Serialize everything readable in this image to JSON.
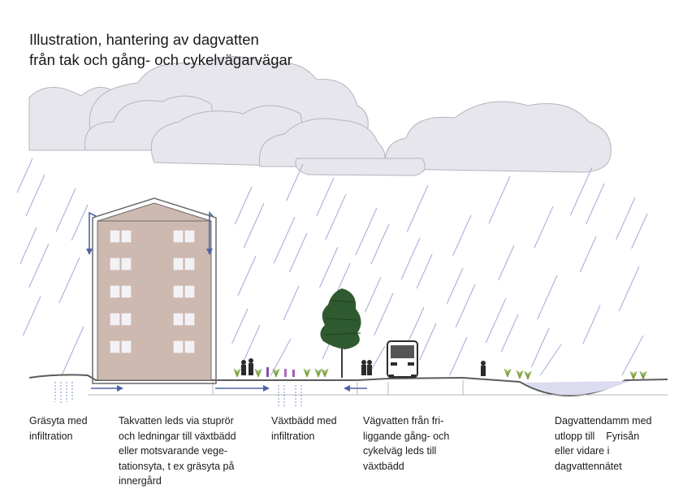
{
  "title": {
    "line1": "Illustration, hantering av dagvatten",
    "line2": "från tak och gång- och cykelvägarvägar"
  },
  "captions": [
    {
      "lines": [
        "Gräsyta med",
        "infiltration"
      ]
    },
    {
      "lines": [
        "Takvatten leds via stuprör",
        "och ledningar till växtbädd",
        "eller motsvarande vege-",
        "tationsyta, t ex gräsyta på",
        "innergård"
      ]
    },
    {
      "lines": [
        "Växtbädd med",
        "infiltration"
      ]
    },
    {
      "lines": [
        "Vägvatten från fri-",
        "liggande gång- och",
        "cykelväg leds till",
        "växtbädd"
      ]
    },
    {
      "lines": [
        "Dagvattendamm med",
        "utlopp till    Fyrisån",
        "eller vidare i",
        "dagvattennätet"
      ]
    }
  ],
  "colors": {
    "building": "#cdb9b0",
    "building_outline": "#6a6a6a",
    "window": "#f1f1f6",
    "cloud_fill": "#e6e6ec",
    "cloud_stroke": "#b4b4bf",
    "rain": "#a7b1d9",
    "arrow": "#4e63a8",
    "ground": "#5c5c5c",
    "grass": "#7aa23c",
    "pond": "#dcdcf0",
    "tree": "#2f5a2f"
  },
  "icons": [
    "cloud-icon",
    "rain-icon",
    "building-icon",
    "downpipe-arrow-icon",
    "tree-icon",
    "bus-icon",
    "person-icon",
    "grass-icon",
    "pond-icon",
    "infiltration-arrow-icon"
  ]
}
